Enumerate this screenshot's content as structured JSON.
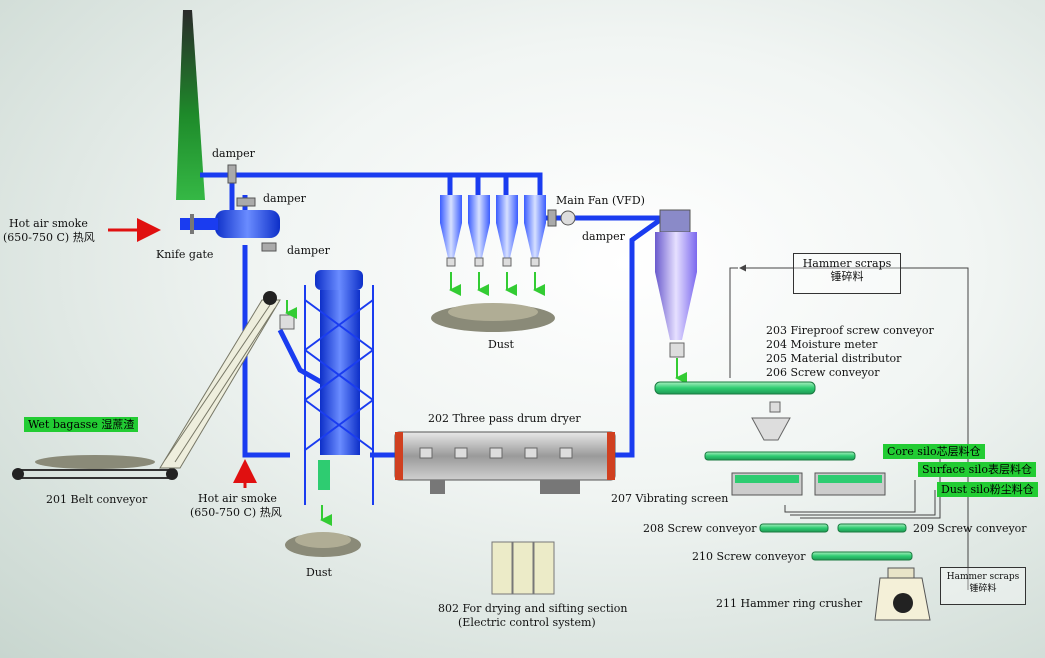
{
  "labels": {
    "damper_1": "damper",
    "damper_2": "damper",
    "damper_3": "damper",
    "damper_4": "damper",
    "main_fan": "Main Fan (VFD)",
    "hot_air_in_line1": "Hot air smoke",
    "hot_air_in_line2": "(650-750 C) 热风",
    "knife_gate": "Knife gate",
    "hot_air_bottom_line1": "Hot air smoke",
    "hot_air_bottom_line2": "(650-750 C) 热风",
    "wet_bagasse": "Wet bagasse 湿蔗渣",
    "belt_conveyor": "201 Belt conveyor",
    "drum_dryer": "202 Three pass drum dryer",
    "dust_top": "Dust",
    "dust_bottom": "Dust",
    "equip_203": "203 Fireproof screw conveyor",
    "equip_204": "204 Moisture meter",
    "equip_205": "205 Material distributor",
    "equip_206": "206 Screw conveyor",
    "hammer_scraps_top_line1": "Hammer scraps",
    "hammer_scraps_top_line2": "锤碎料",
    "vibrating_screen": "207 Vibrating screen",
    "core_silo": "Core silo芯层料仓",
    "surface_silo": "Surface silo表层料仓",
    "dust_silo": "Dust silo粉尘料仓",
    "screw_208": "208 Screw conveyor",
    "screw_209": "209 Screw conveyor",
    "screw_210": "210 Screw conveyor",
    "hammer_crusher": "211 Hammer ring crusher",
    "hammer_scraps_bottom_line1": "Hammer scraps",
    "hammer_scraps_bottom_line2": "锤碎料",
    "electric_line1": "802 For drying and sifting section",
    "electric_line2": "(Electric control system)"
  },
  "colors": {
    "pipe": "#1a3cf0",
    "chimney": "#1e8a2a",
    "equipment_green": "#2ecc71",
    "label_green": "#22cc33",
    "arrow_red": "#e01010",
    "dryer_body": "#b8b8b8"
  }
}
